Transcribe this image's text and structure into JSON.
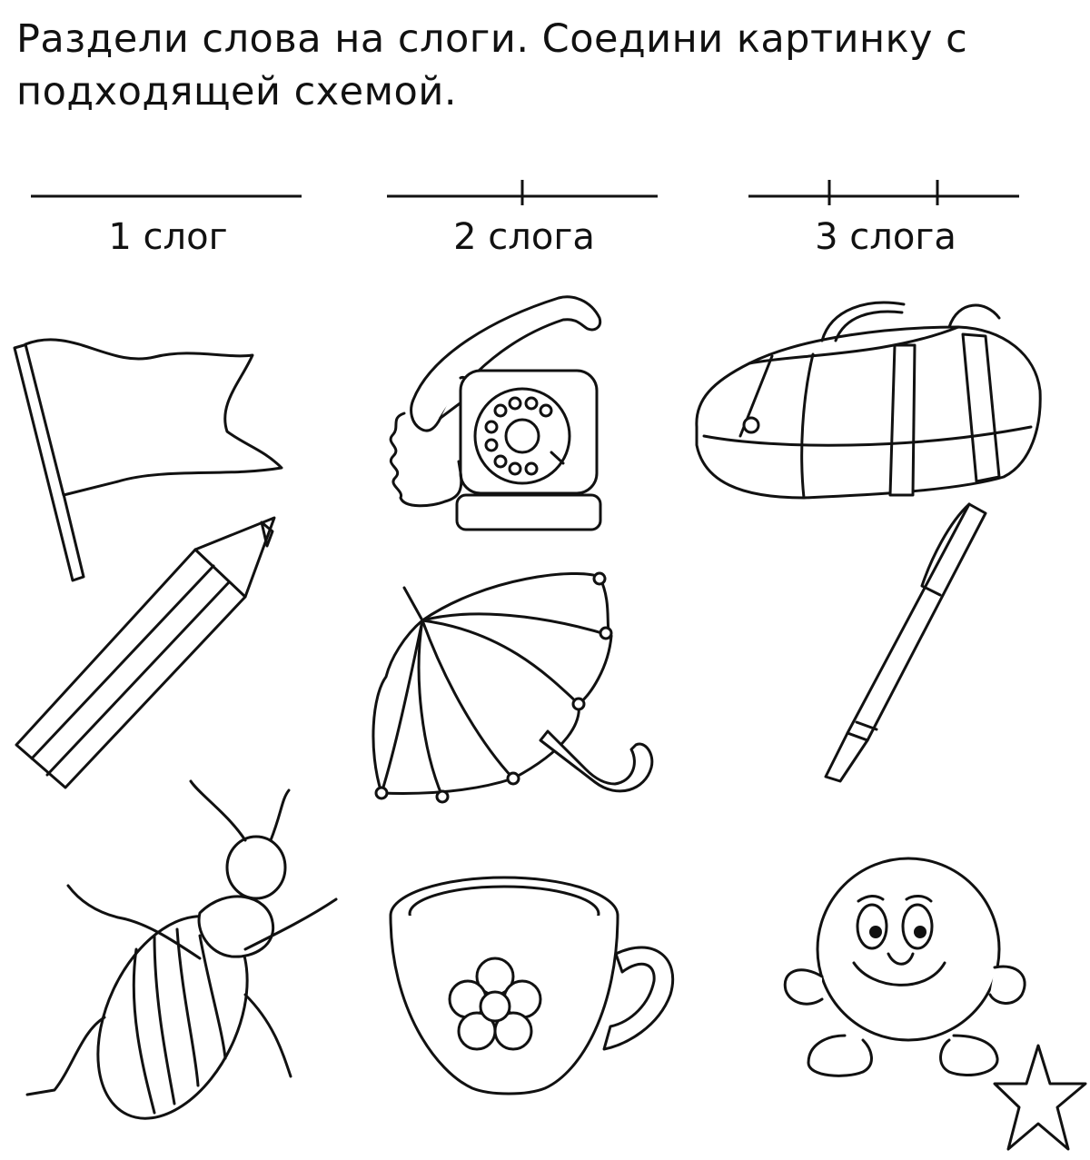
{
  "task": {
    "text": "Раздели слова на слоги. Соедини картинку с подходящей схемой."
  },
  "schemes": [
    {
      "label": "1 слог",
      "syllables": 1
    },
    {
      "label": "2 слога",
      "syllables": 2
    },
    {
      "label": "3 слога",
      "syllables": 3
    }
  ],
  "pictures": [
    {
      "icon": "flag-icon"
    },
    {
      "icon": "telephone-icon"
    },
    {
      "icon": "bag-icon"
    },
    {
      "icon": "pencil-icon"
    },
    {
      "icon": "umbrella-icon"
    },
    {
      "icon": "pen-icon"
    },
    {
      "icon": "beetle-icon"
    },
    {
      "icon": "cup-icon"
    },
    {
      "icon": "kolobok-icon"
    },
    {
      "icon": "star-icon"
    }
  ]
}
